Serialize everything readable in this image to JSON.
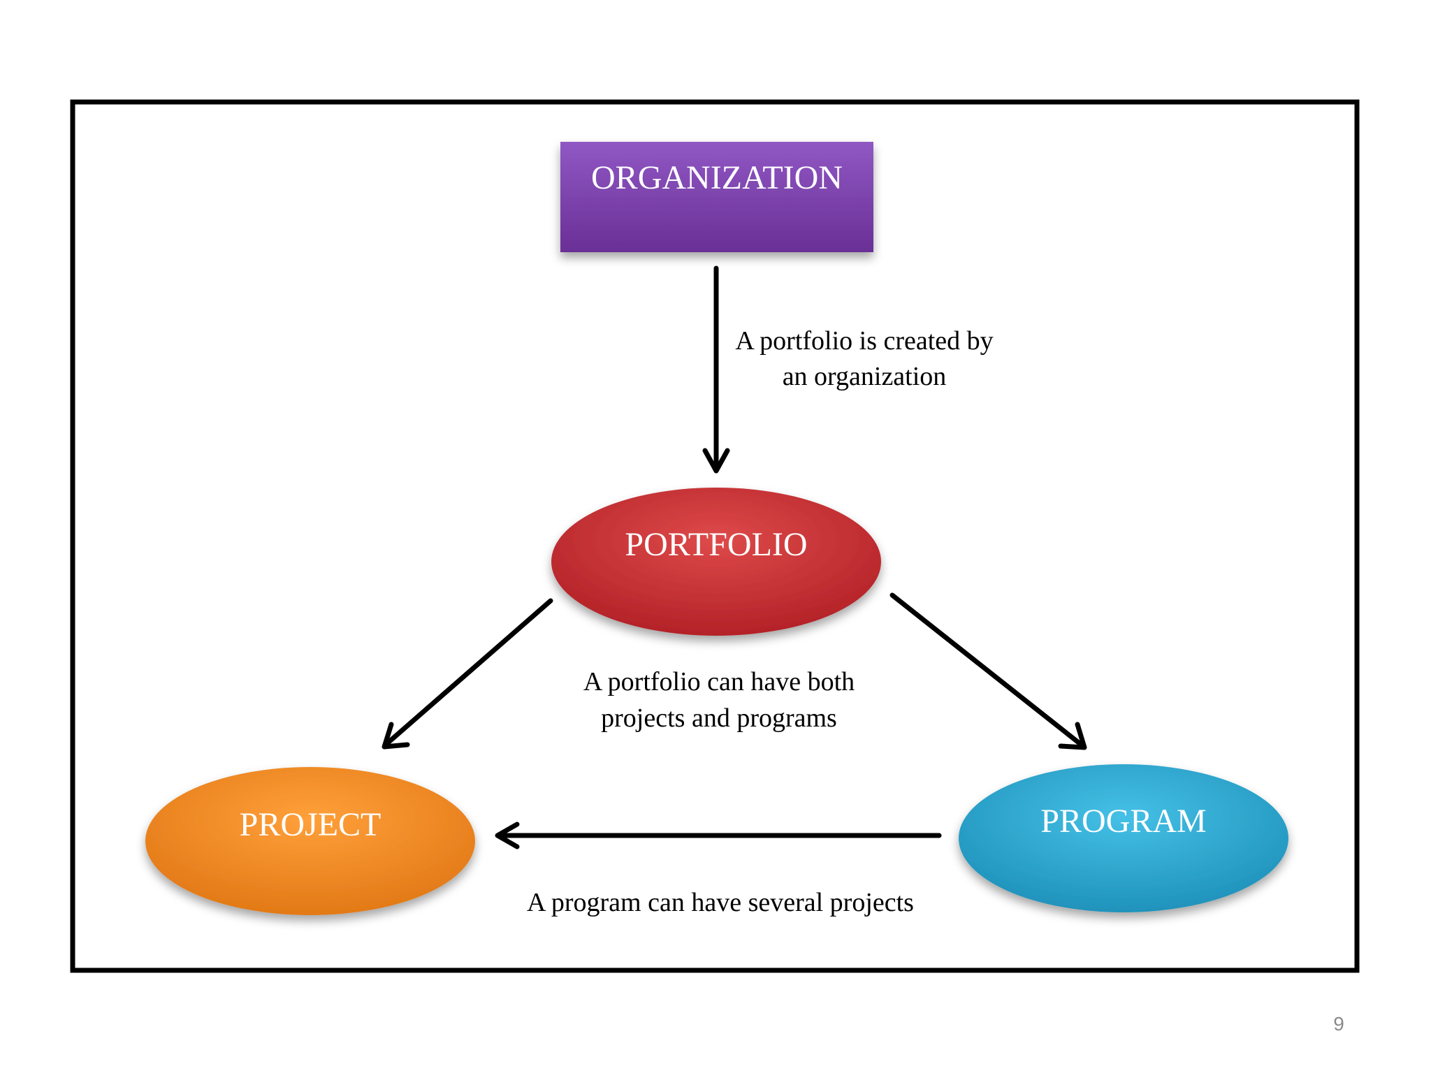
{
  "diagram": {
    "nodes": {
      "organization": {
        "label": "ORGANIZATION",
        "shape": "rectangle",
        "color": "#7a3fa8"
      },
      "portfolio": {
        "label": "PORTFOLIO",
        "shape": "ellipse",
        "color": "#c8282e"
      },
      "project": {
        "label": "PROJECT",
        "shape": "ellipse",
        "color": "#f08a1e"
      },
      "program": {
        "label": "PROGRAM",
        "shape": "ellipse",
        "color": "#2aa6cf"
      }
    },
    "edges": {
      "organization_to_portfolio": {
        "from": "ORGANIZATION",
        "to": "PORTFOLIO",
        "label_line1": "A portfolio is created by",
        "label_line2": "an organization"
      },
      "portfolio_to_children": {
        "from": "PORTFOLIO",
        "to": [
          "PROJECT",
          "PROGRAM"
        ],
        "label_line1": "A portfolio can have both",
        "label_line2": "projects and programs"
      },
      "program_to_project": {
        "from": "PROGRAM",
        "to": "PROJECT",
        "label": "A program can have several projects"
      }
    }
  },
  "slide_number": "9"
}
